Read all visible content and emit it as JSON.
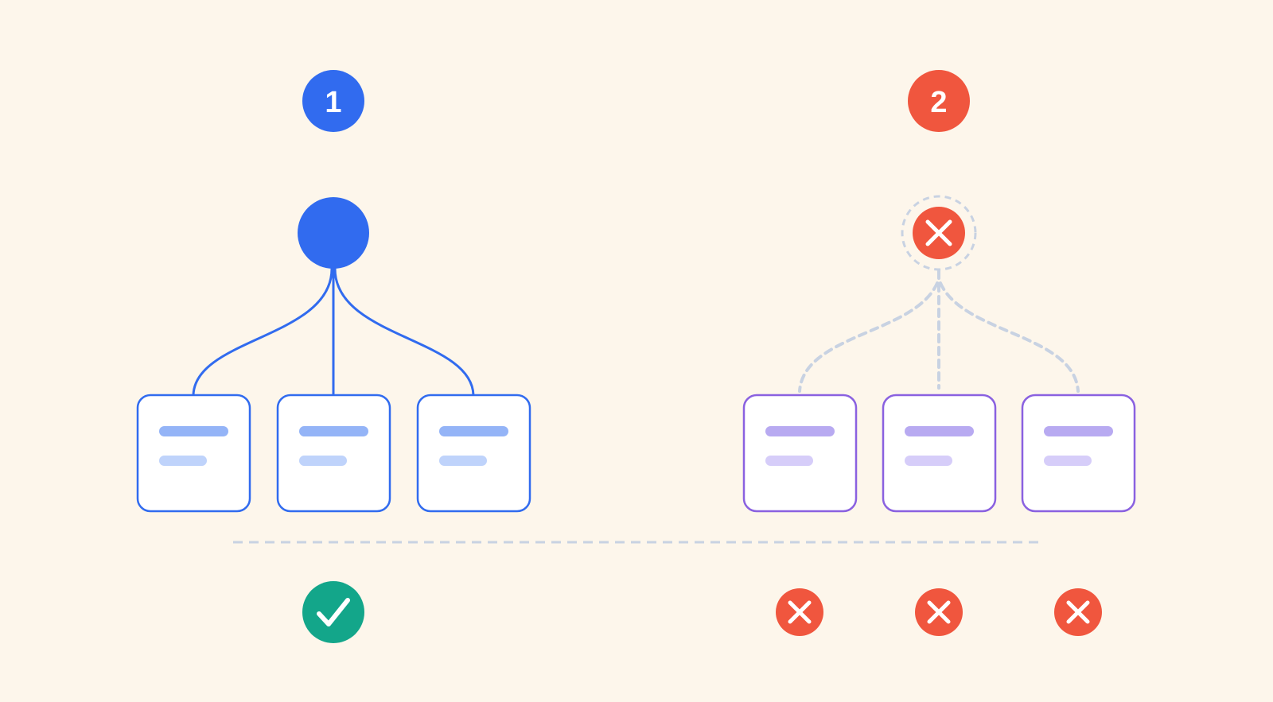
{
  "colors": {
    "background": "#fdf6eb",
    "blue": "#316bef",
    "blue_bar_top": "#94b4f7",
    "blue_bar_bottom": "#bfd3fb",
    "red": "#f0563e",
    "purple": "#8a61e0",
    "purple_bar_top": "#b8aaf1",
    "purple_bar_bottom": "#d6cdf9",
    "dash_gray": "#c8d2e2",
    "green": "#13a68a",
    "card_fill": "#ffffff"
  },
  "scenarios": [
    {
      "number": "1",
      "status": "success",
      "root_state": "healthy",
      "connection_style": "solid",
      "node_count": 3,
      "result_icons": [
        "check-icon"
      ]
    },
    {
      "number": "2",
      "status": "failure",
      "root_state": "failed",
      "connection_style": "dashed",
      "node_count": 3,
      "result_icons": [
        "x-icon",
        "x-icon",
        "x-icon"
      ]
    }
  ]
}
